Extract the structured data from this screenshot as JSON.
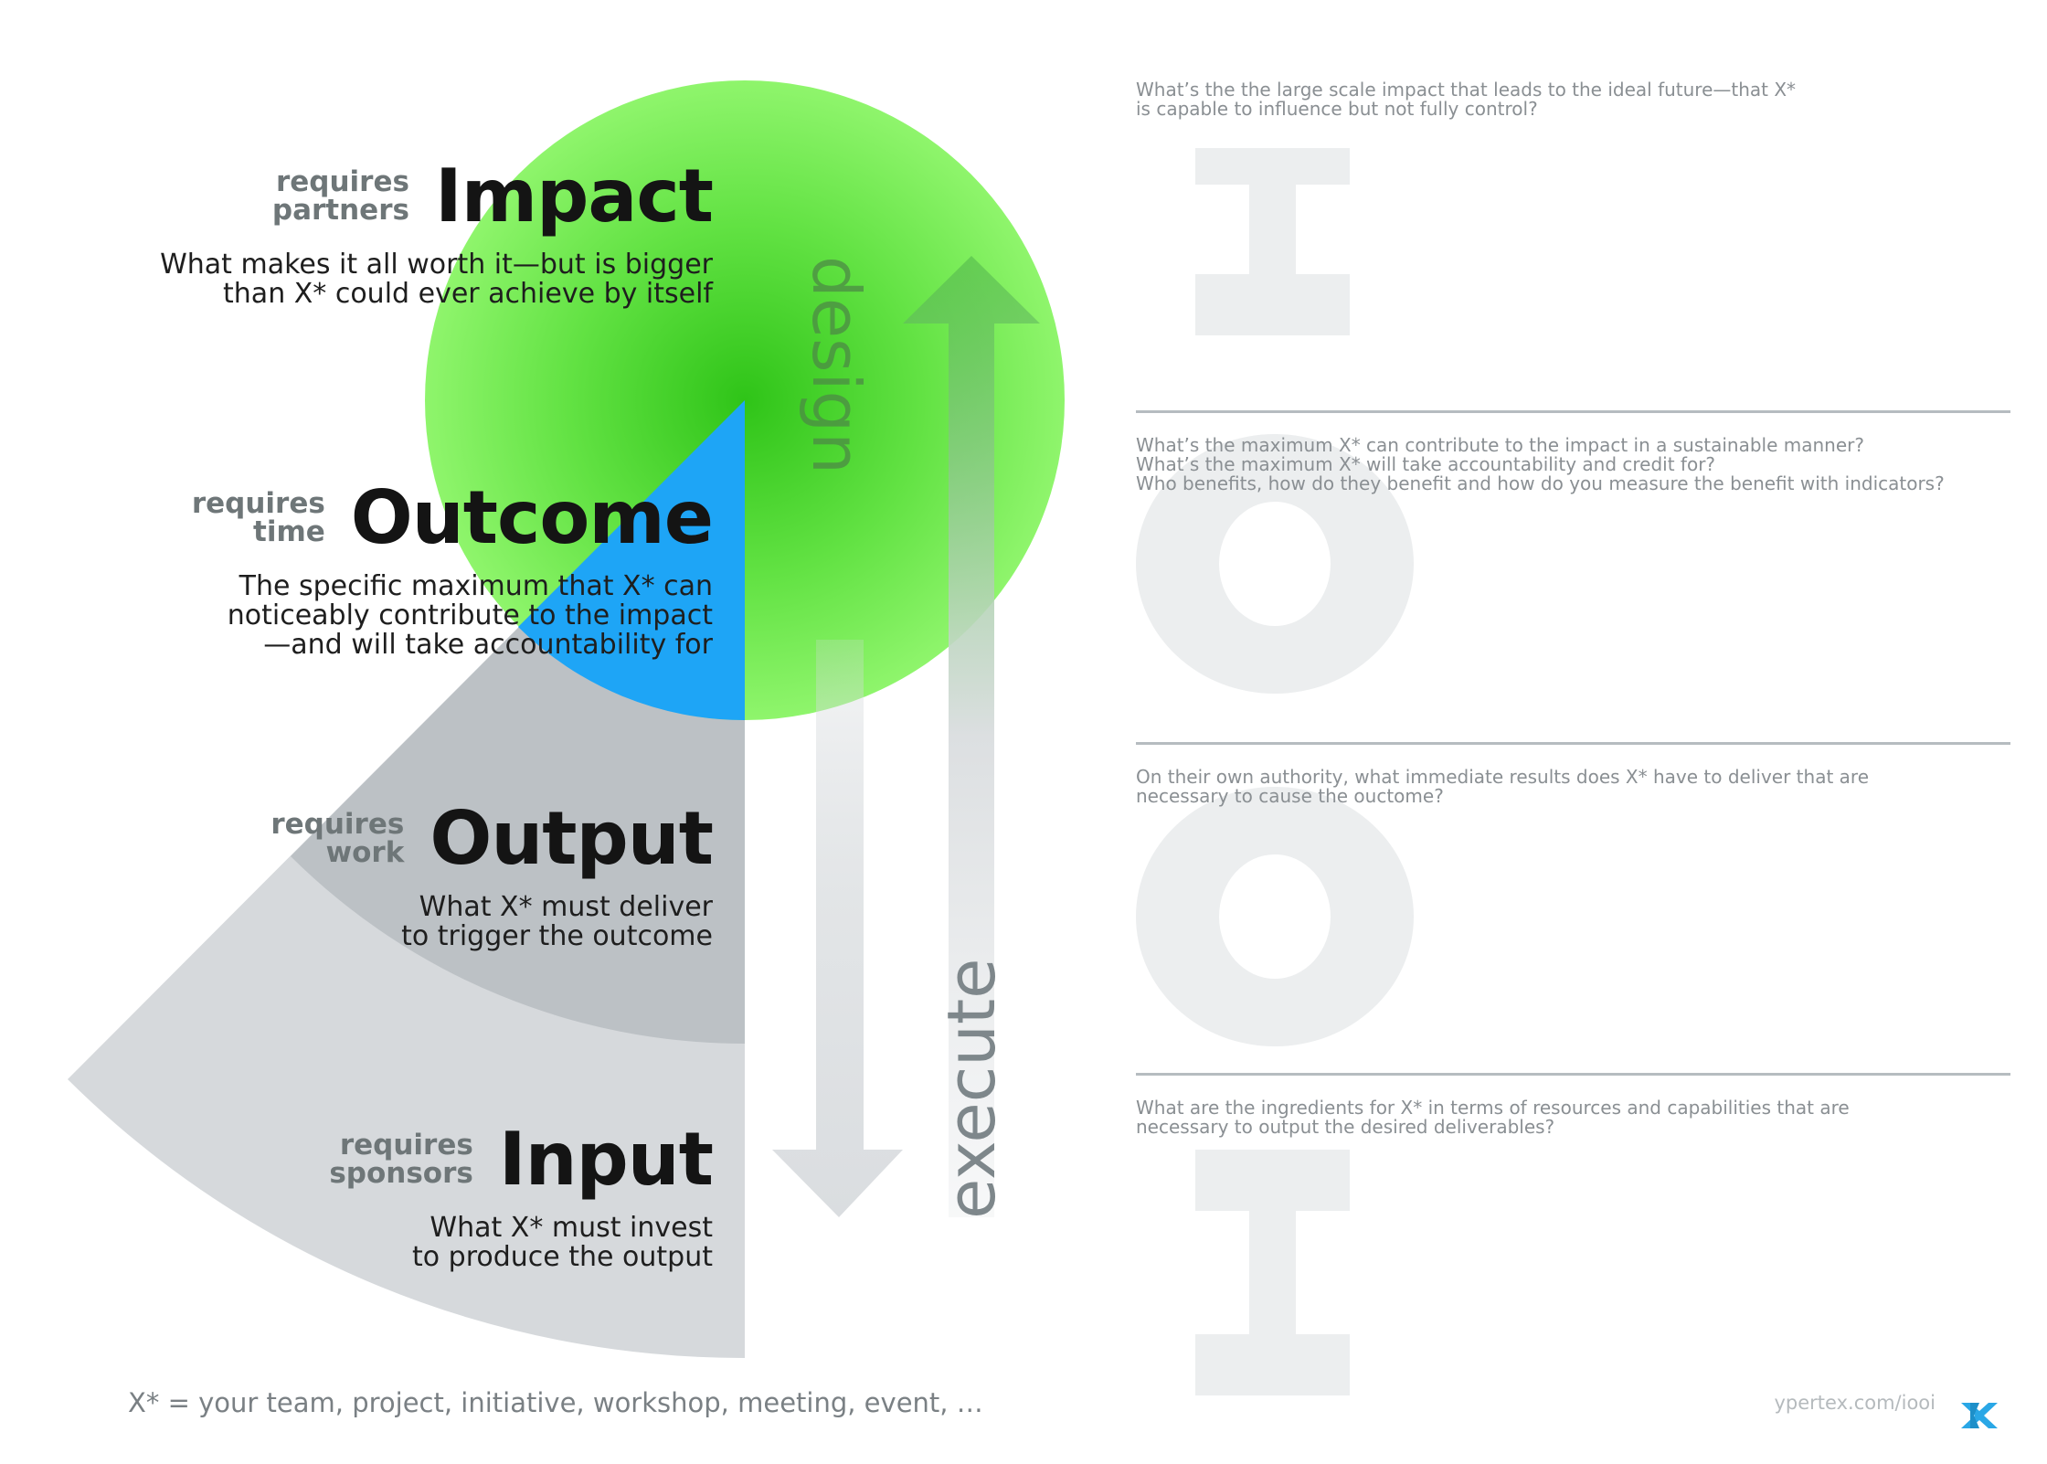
{
  "levels": [
    {
      "key": "impact",
      "title": "Impact",
      "requires": [
        "requires",
        "partners"
      ],
      "description": [
        "What makes it all worth it—but is bigger",
        "than X* could ever achieve by itself"
      ]
    },
    {
      "key": "outcome",
      "title": "Outcome",
      "requires": [
        "requires",
        "time"
      ],
      "description": [
        "The specific maximum that X* can",
        "noticeably contribute to the impact",
        "—and will take accountability for"
      ]
    },
    {
      "key": "output",
      "title": "Output",
      "requires": [
        "requires",
        "work"
      ],
      "description": [
        "What X* must deliver",
        "to trigger the outcome"
      ]
    },
    {
      "key": "input",
      "title": "Input",
      "requires": [
        "requires",
        "sponsors"
      ],
      "description": [
        "What X* must invest",
        "to produce the output"
      ]
    }
  ],
  "arrows": {
    "design": "design",
    "execute": "execute"
  },
  "watermark_letters": [
    "I",
    "O",
    "O",
    "I"
  ],
  "questions": [
    [
      "What’s the the large scale impact that leads to the ideal future—that X*",
      "is capable to influence but not fully control?"
    ],
    [
      "What’s the maximum X* can contribute to the impact in a sustainable manner?",
      "What’s the maximum X* will take accountability and credit for?",
      "Who benefits, how do they benefit and how do you measure the benefit with indicators?"
    ],
    [
      "On their own authority, what immediate results does X* have to deliver that are",
      "necessary to cause the ouctome?"
    ],
    [
      "What are the ingredients for X* in terms of resources and capabilities that are",
      "necessary to output the desired deliverables?"
    ]
  ],
  "footnote": "X* = your team, project, initiative, workshop, meeting, event, …",
  "credit": "ypertex.com/iooi",
  "logo": "YX",
  "colors": {
    "impact_green": "#2fc418",
    "impact_green_light": "#8ff56c",
    "outcome_blue": "#1ea5f6",
    "output_gray": "#bcc1c5",
    "input_gray": "#d6d9dc",
    "watermark": "#eceeef",
    "logo_blue": "#2aa7e6"
  }
}
